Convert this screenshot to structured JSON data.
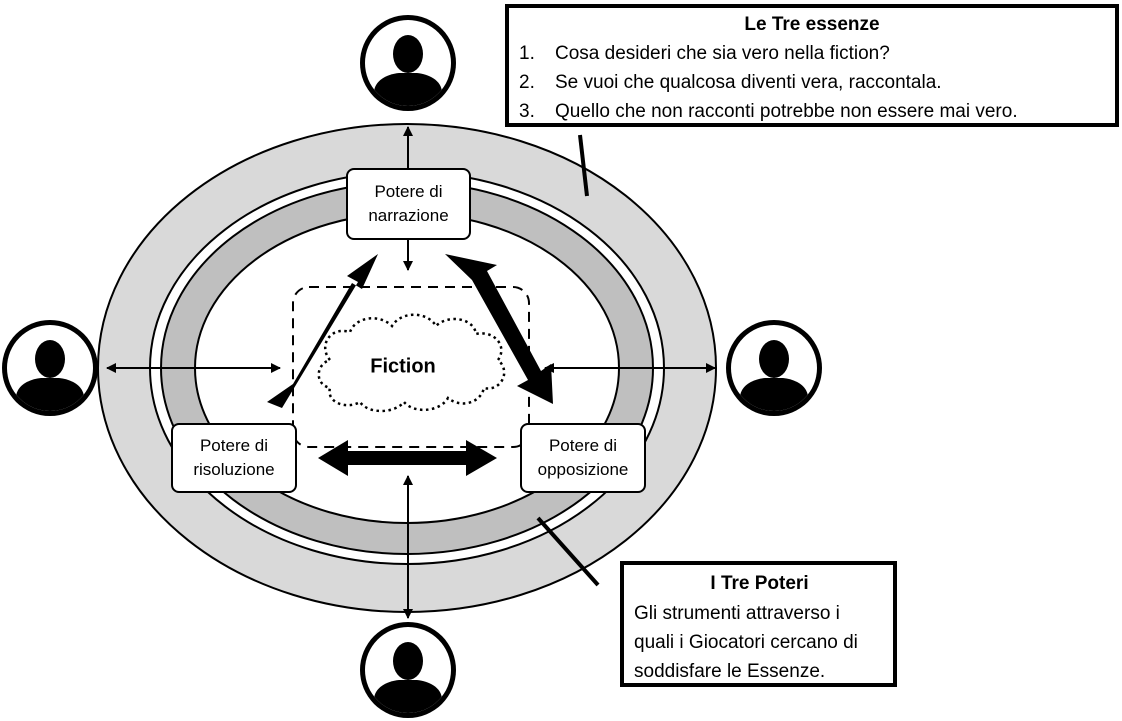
{
  "center": {
    "label": "Fiction"
  },
  "powers": {
    "narration": {
      "line1": "Potere di",
      "line2": "narrazione"
    },
    "resolution": {
      "line1": "Potere di",
      "line2": "risoluzione"
    },
    "opposition": {
      "line1": "Potere di",
      "line2": "opposizione"
    }
  },
  "essences": {
    "title": "Le Tre essenze",
    "items": [
      {
        "num": "1.",
        "text": "Cosa desideri che sia vero nella fiction?"
      },
      {
        "num": "2.",
        "text": "Se vuoi che qualcosa diventi vera, raccontala."
      },
      {
        "num": "3.",
        "text": "Quello che non racconti potrebbe non essere mai vero."
      }
    ]
  },
  "powers_callout": {
    "title": "I Tre Poteri",
    "description": "Gli strumenti attraverso i quali i Giocatori cercano di soddisfare le Essenze."
  },
  "players": {
    "count": 4,
    "icon": "player-avatar-icon"
  },
  "colors": {
    "outer_ring": "#d9d9d9",
    "inner_ring": "#bfbfbf",
    "ink": "#000000",
    "paper": "#ffffff"
  }
}
